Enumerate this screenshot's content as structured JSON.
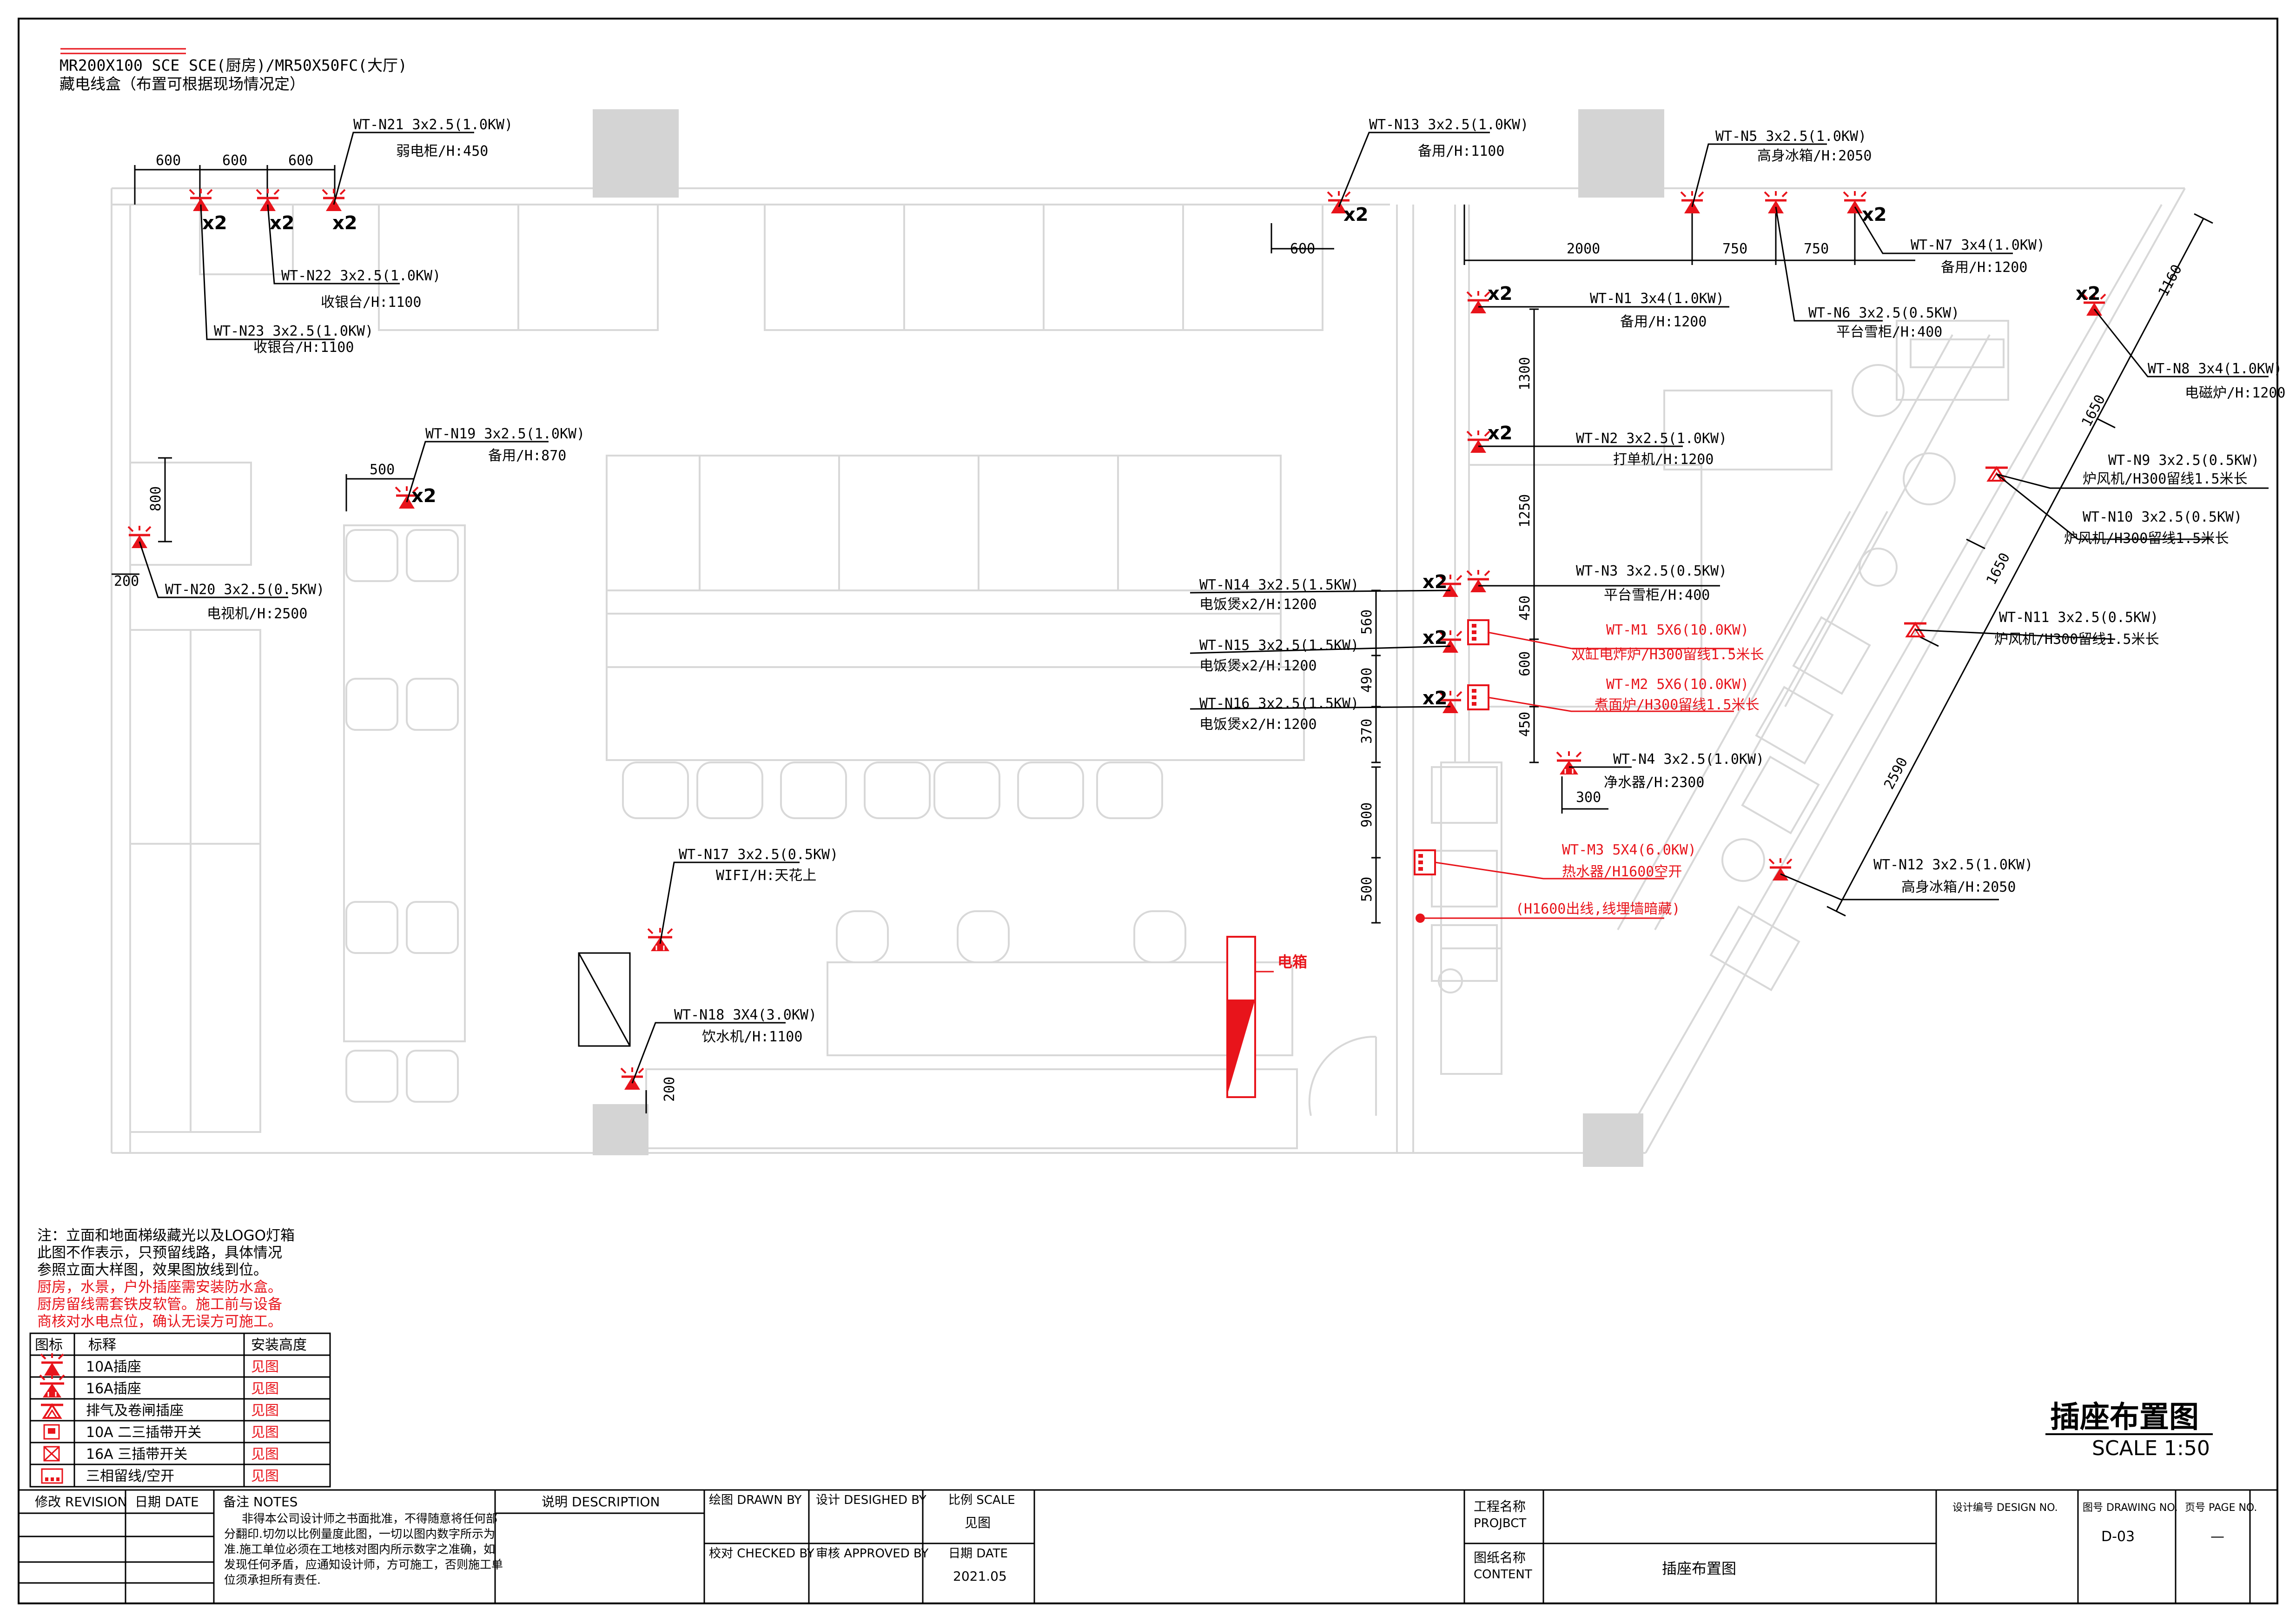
{
  "header": {
    "line1": "MR200X100 SCE SCE(厨房)/MR50X50FC(大厅)",
    "line2": "藏电线盒（布置可根据现场情况定）"
  },
  "dimensions": {
    "d600a": "600",
    "d600b": "600",
    "d600c": "600",
    "d600d": "600",
    "d2000": "2000",
    "d750a": "750",
    "d750b": "750",
    "d1160": "1160",
    "d1650a": "1650",
    "d1650b": "1650",
    "d2590": "2590",
    "d1300": "1300",
    "d1250": "1250",
    "d450a": "450",
    "d600e": "600",
    "d450b": "450",
    "d560": "560",
    "d490": "490",
    "d370": "370",
    "d900": "900",
    "d500a": "500",
    "d300": "300",
    "d500b": "500",
    "d800": "800",
    "d200a": "200",
    "d200b": "200"
  },
  "multipliers": {
    "x2": "x2"
  },
  "outlets": {
    "n21": {
      "code": "WT-N21 3x2.5(1.0KW)",
      "desc": "弱电柜/H:450"
    },
    "n22": {
      "code": "WT-N22 3x2.5(1.0KW)",
      "desc": "收银台/H:1100"
    },
    "n23": {
      "code": "WT-N23 3x2.5(1.0KW)",
      "desc": "收银台/H:1100"
    },
    "n13": {
      "code": "WT-N13 3x2.5(1.0KW)",
      "desc": "备用/H:1100"
    },
    "n5": {
      "code": "WT-N5 3x2.5(1.0KW)",
      "desc": "高身冰箱/H:2050"
    },
    "n7": {
      "code": "WT-N7 3x4(1.0KW)",
      "desc": "备用/H:1200"
    },
    "n6": {
      "code": "WT-N6 3x2.5(0.5KW)",
      "desc": "平台雪柜/H:400"
    },
    "n1": {
      "code": "WT-N1 3x4(1.0KW)",
      "desc": "备用/H:1200"
    },
    "n8": {
      "code": "WT-N8 3x4(1.0KW)",
      "desc": "电磁炉/H:1200"
    },
    "n19": {
      "code": "WT-N19 3x2.5(1.0KW)",
      "desc": "备用/H:870"
    },
    "n2": {
      "code": "WT-N2 3x2.5(1.0KW)",
      "desc": "打单机/H:1200"
    },
    "n9": {
      "code": "WT-N9 3x2.5(0.5KW)",
      "desc": "炉风机/H300留线1.5米长"
    },
    "n10": {
      "code": "WT-N10 3x2.5(0.5KW)",
      "desc": "炉风机/H300留线1.5米长"
    },
    "n20": {
      "code": "WT-N20 3x2.5(0.5KW)",
      "desc": "电视机/H:2500"
    },
    "n14": {
      "code": "WT-N14 3x2.5(1.5KW)",
      "desc": "电饭煲x2/H:1200"
    },
    "n3": {
      "code": "WT-N3 3x2.5(0.5KW)",
      "desc": "平台雪柜/H:400"
    },
    "n11": {
      "code": "WT-N11 3x2.5(0.5KW)",
      "desc": "炉风机/H300留线1.5米长"
    },
    "m1": {
      "code": "WT-M1 5X6(10.0KW)",
      "desc": "双缸电炸炉/H300留线1.5米长"
    },
    "n15": {
      "code": "WT-N15 3x2.5(1.5KW)",
      "desc": "电饭煲x2/H:1200"
    },
    "m2": {
      "code": "WT-M2 5X6(10.0KW)",
      "desc": "煮面炉/H300留线1.5米长"
    },
    "n16": {
      "code": "WT-N16 3x2.5(1.5KW)",
      "desc": "电饭煲x2/H:1200"
    },
    "n4": {
      "code": "WT-N4 3x2.5(1.0KW)",
      "desc": "净水器/H:2300"
    },
    "m3": {
      "code": "WT-M3 5X4(6.0KW)",
      "desc": "热水器/H1600空开"
    },
    "m3note": "(H1600出线,线埋墙暗藏)",
    "n12": {
      "code": "WT-N12 3x2.5(1.0KW)",
      "desc": "高身冰箱/H:2050"
    },
    "n17": {
      "code": "WT-N17 3x2.5(0.5KW)",
      "desc": "WIFI/H:天花上"
    },
    "n18": {
      "code": "WT-N18 3X4(3.0KW)",
      "desc": "饮水机/H:1100"
    },
    "panel": "电箱"
  },
  "notes": {
    "l1": "注：立面和地面梯级藏光以及LOGO灯箱",
    "l2": "此图不作表示，只预留线路，具体情况",
    "l3": "参照立面大样图，效果图放线到位。",
    "l4": "厨房，水景，户外插座需安装防水盒。",
    "l5": "厨房留线需套铁皮软管。施工前与设备",
    "l6": "商核对水电点位，确认无误方可施工。"
  },
  "legend": {
    "h_icon": "图标",
    "h_label": "标释",
    "h_height": "安装高度",
    "rows": [
      {
        "label": "10A插座",
        "height": "见图"
      },
      {
        "label": "16A插座",
        "height": "见图"
      },
      {
        "label": "排气及卷闸插座",
        "height": "见图"
      },
      {
        "label": "10A 二三插带开关",
        "height": "见图"
      },
      {
        "label": "16A 三插带开关",
        "height": "见图"
      },
      {
        "label": "三相留线/空开",
        "height": "见图"
      }
    ]
  },
  "title": {
    "main": "插座布置图",
    "scale": "SCALE 1:50"
  },
  "titleblock": {
    "revision": "修改 REVISION",
    "date": "日期 DATE",
    "notes_h": "备注 NOTES",
    "notes_body": [
      "非得本公司设计师之书面批准，不得随意将任何部",
      "分翻印.切勿以比例量度此图，一切以图内数字所示为",
      "准.施工单位必须在工地核对图内所示数字之准确，如",
      "发现任何矛盾，应通知设计师，方可施工，否则施工单",
      "位须承担所有责任."
    ],
    "description": "说明 DESCRIPTION",
    "drawn": "绘图 DRAWN BY",
    "designed": "设计 DESIGHED BY",
    "scale_h": "比例 SCALE",
    "scale_v": "见图",
    "checked": "校对 CHECKED BY",
    "approved": "审核 APPROVED BY",
    "date_h": "日期 DATE",
    "date_v": "2021.05",
    "project_h1": "工程名称",
    "project_h2": "PROJBCT",
    "content_h1": "图纸名称",
    "content_h2": "CONTENT",
    "content_v": "插座布置图",
    "design_no": "设计编号 DESIGN NO.",
    "drawing_no": "图号 DRAWING NO.",
    "drawing_no_v": "D-03",
    "page_no": "页号 PAGE NO.",
    "page_no_v": "—"
  },
  "colors": {
    "red": "#e8141b",
    "line": "#000000",
    "light": "#d9d9d9",
    "gray": "#d4d4d4"
  }
}
